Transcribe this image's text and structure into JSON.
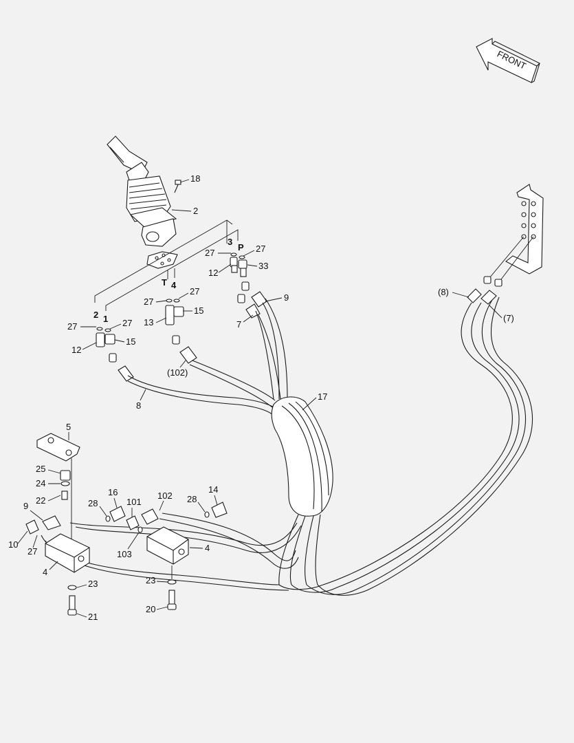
{
  "diagram": {
    "front_arrow_label": "FRONT",
    "callouts": {
      "c18": "18",
      "c2": "2",
      "c3": "3",
      "cP": "P",
      "c27a": "27",
      "c27b": "27",
      "c12a": "12",
      "c33": "33",
      "cT": "T",
      "c4p": "4",
      "c27c": "27",
      "c27d": "27",
      "c13": "13",
      "c15a": "15",
      "c2p": "2",
      "c1p": "1",
      "c27e": "27",
      "c27f": "27",
      "c12b": "12",
      "c15b": "15",
      "c9a": "9",
      "c7a": "7",
      "c102a": "(102)",
      "c8": "8",
      "c17": "17",
      "c8p": "(8)",
      "c7p": "(7)",
      "c5": "5",
      "c25": "25",
      "c24": "24",
      "c22": "22",
      "c9b": "9",
      "c10": "10",
      "c27g": "27",
      "c4a": "4",
      "c28a": "28",
      "c16": "16",
      "c101": "101",
      "c103": "103",
      "c102b": "102",
      "c28b": "28",
      "c14": "14",
      "c4b": "4",
      "c23a": "23",
      "c21": "21",
      "c23b": "23",
      "c20": "20"
    }
  }
}
